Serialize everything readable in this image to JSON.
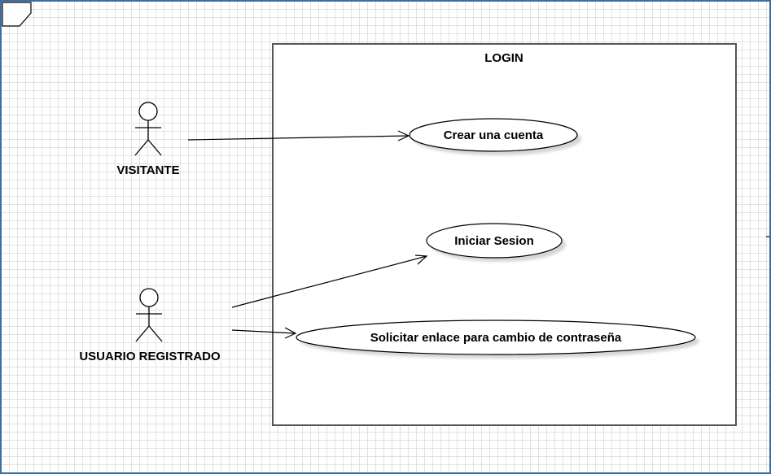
{
  "system": {
    "title": "LOGIN"
  },
  "actors": [
    {
      "id": "visitante",
      "label": "VISITANTE"
    },
    {
      "id": "usuario",
      "label": "USUARIO REGISTRADO"
    }
  ],
  "use_cases": [
    {
      "id": "crear",
      "label": "Crear una cuenta"
    },
    {
      "id": "iniciar",
      "label": "Iniciar Sesion"
    },
    {
      "id": "solicitar",
      "label": "Solicitar enlace para cambio de contraseña"
    }
  ],
  "associations": [
    {
      "from": "visitante",
      "to": "crear"
    },
    {
      "from": "usuario",
      "to": "iniciar"
    },
    {
      "from": "usuario",
      "to": "solicitar"
    }
  ],
  "colors": {
    "line": "#000000",
    "shadow": "#d6d6d6",
    "frame_border": "#3a6ea5",
    "system_border": "#555555"
  }
}
